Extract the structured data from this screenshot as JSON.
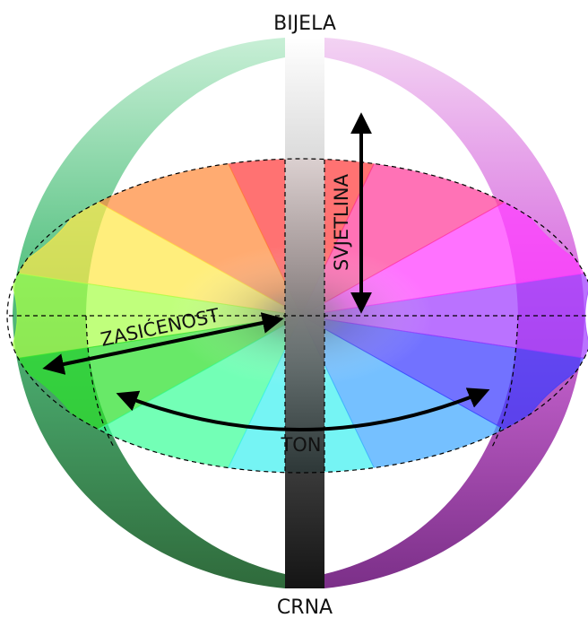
{
  "labels": {
    "top": "BIJELA",
    "bottom": "CRNA",
    "lightness": "SVJETLINA",
    "saturation": "ZASIĆENOST",
    "hue": "TON"
  },
  "hue_sectors": [
    {
      "hue_deg": 0,
      "color": "#ff3b3b"
    },
    {
      "hue_deg": 30,
      "color": "#ff8a3a"
    },
    {
      "hue_deg": 60,
      "color": "#ffe84a"
    },
    {
      "hue_deg": 90,
      "color": "#a8ff4a"
    },
    {
      "hue_deg": 120,
      "color": "#2ee02e"
    },
    {
      "hue_deg": 150,
      "color": "#3dff9a"
    },
    {
      "hue_deg": 180,
      "color": "#40f0f0"
    },
    {
      "hue_deg": 210,
      "color": "#40a8ff"
    },
    {
      "hue_deg": 240,
      "color": "#3b3bff"
    },
    {
      "hue_deg": 270,
      "color": "#a03bff"
    },
    {
      "hue_deg": 300,
      "color": "#ff3bff"
    },
    {
      "hue_deg": 330,
      "color": "#ff3b9a"
    }
  ],
  "colors": {
    "left_shell": "#2e8b57",
    "right_shell": "#b04fc0",
    "axis_white": "#ffffff",
    "axis_black": "#000000",
    "arrow": "#000000"
  }
}
